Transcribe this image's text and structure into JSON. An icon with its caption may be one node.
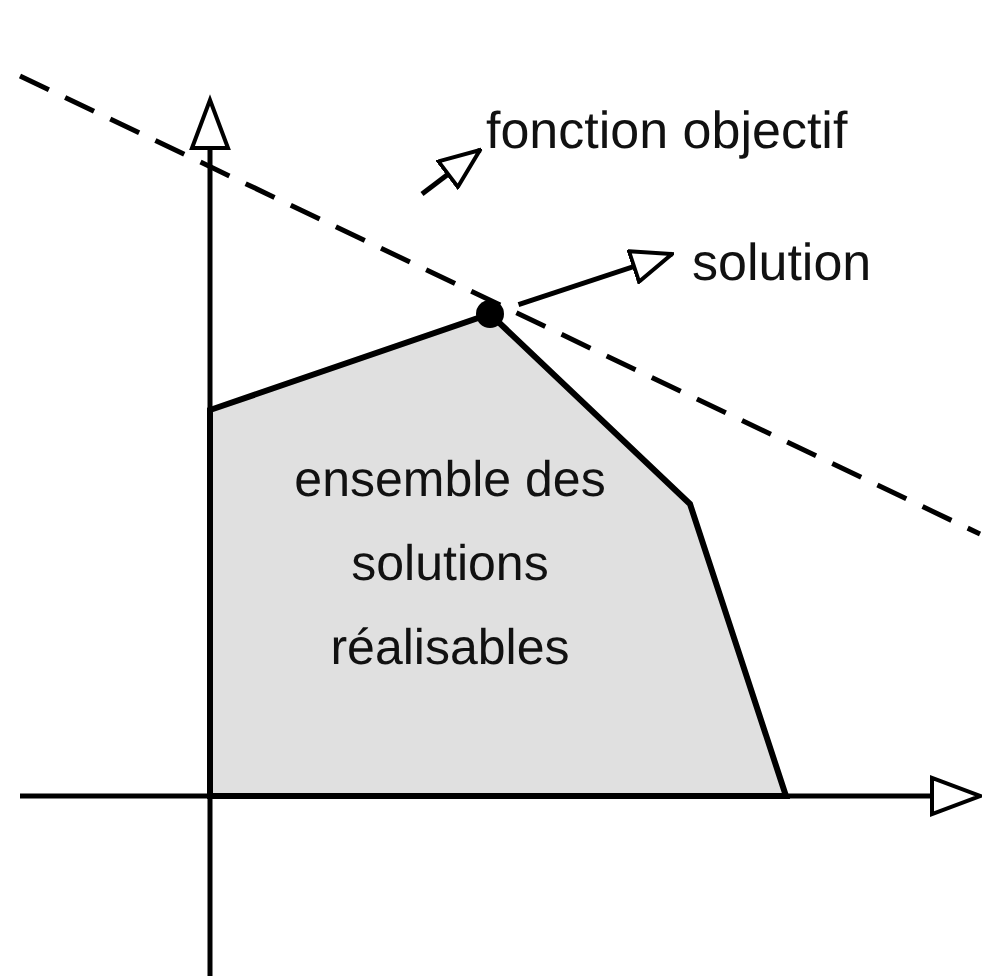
{
  "diagram": {
    "nodes": [
      {
        "text": [
          "ensemble des solutions réalisables"
        ]
      },
      {
        "text": [
          "fonction objectif"
        ]
      },
      {
        "text": [
          "solution"
        ]
      },
      {
        "text": [],
        "shape": "circle"
      }
    ],
    "edges": [
      {
        "from": null,
        "to": 1,
        "arrow": "to"
      },
      {
        "from": 3,
        "to": 2,
        "arrow": "to"
      }
    ]
  }
}
